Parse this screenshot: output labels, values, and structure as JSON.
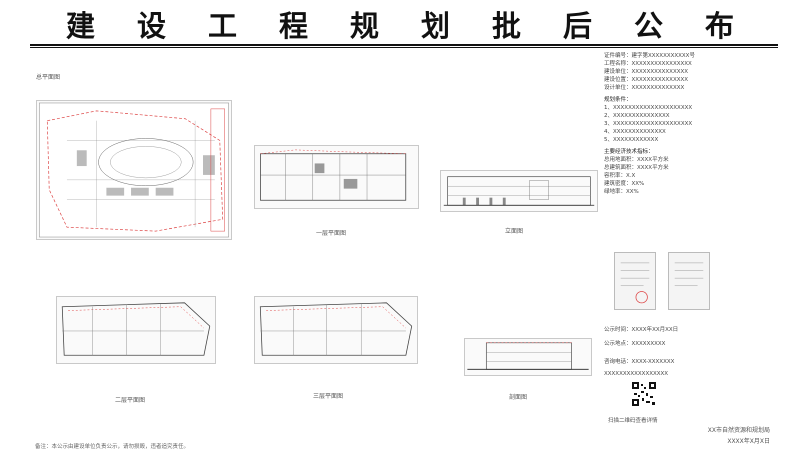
{
  "header": {
    "title": "建设工程规划批后公布"
  },
  "drawings": {
    "site_plan": "总平面图",
    "floor_plan_1": "一层平面图",
    "floor_plan_2": "二层平面图",
    "floor_plan_3": "三层平面图",
    "elevation_south": "立面图",
    "elevation_side": "剖面图"
  },
  "project_info": {
    "permit_no": "证件编号：建字第XXXXXXXXXXX号",
    "project_name": "工程名称：XXXXXXXXXXXXXXXX",
    "construction_unit": "建设单位：XXXXXXXXXXXXXXX",
    "location": "建设位置：XXXXXXXXXXXXXXX",
    "design_unit": "设计单位：XXXXXXXXXXXXXX",
    "basic_info_header": "规划条件：",
    "basic_info_lines": [
      "1、XXXXXXXXXXXXXXXXXXXXX",
      "2、XXXXXXXXXXXXXXX",
      "3、XXXXXXXXXXXXXXXXXXXXX",
      "4、XXXXXXXXXXXXXX",
      "5、XXXXXXXXXXXX"
    ],
    "indicators_header": "主要经济技术指标：",
    "indicators": [
      "总用地面积：XXXX平方米",
      "总建筑面积：XXXX平方米",
      "容积率：X.X",
      "建筑密度：XX%",
      "绿地率：XX%"
    ]
  },
  "contact": {
    "publicity_period": "公示时间：XXXX年XX月XX日",
    "publicity_location": "公示地点：XXXXXXXXX",
    "phone": "咨询电话：XXXX-XXXXXXX",
    "address": "XXXXXXXXXXXXXXXXX"
  },
  "footer": {
    "qr_caption": "扫描二维码查看详情",
    "issuer": "XX市自然资源和规划局",
    "date": "XXXX年X月X日",
    "note": "备注：本公示由建设单位负责公示，请勿损毁，违者追究责任。"
  }
}
